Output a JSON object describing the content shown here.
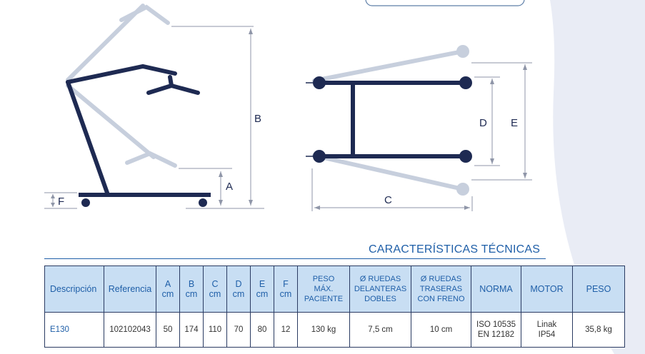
{
  "diagram": {
    "labels": {
      "a": "A",
      "b": "B",
      "c": "C",
      "d": "D",
      "e": "E",
      "f": "F"
    }
  },
  "section": {
    "title": "CARACTERÍSTICAS TÉCNICAS"
  },
  "table": {
    "headers": {
      "descripcion": "Descripción",
      "referencia": "Referencia",
      "a": "A\ncm",
      "b": "B\ncm",
      "c": "C\ncm",
      "d": "D\ncm",
      "e": "E\ncm",
      "f": "F\ncm",
      "peso_max": "PESO\nMÁX.\nPACIENTE",
      "ruedas_delanteras": "Ø RUEDAS\nDELANTERAS\nDOBLES",
      "ruedas_traseras": "Ø RUEDAS\nTRASERAS\nCON FRENO",
      "norma": "NORMA",
      "motor": "MOTOR",
      "peso": "PESO"
    },
    "row": {
      "descripcion": "E130",
      "referencia": "102102043",
      "a": "50",
      "b": "174",
      "c": "110",
      "d": "70",
      "e": "80",
      "f": "12",
      "peso_max": "130 kg",
      "ruedas_delanteras": "7,5 cm",
      "ruedas_traseras": "10 cm",
      "norma": "ISO 10535\nEN 12182",
      "motor": "Linak\nIP54",
      "peso": "35,8 kg"
    }
  }
}
